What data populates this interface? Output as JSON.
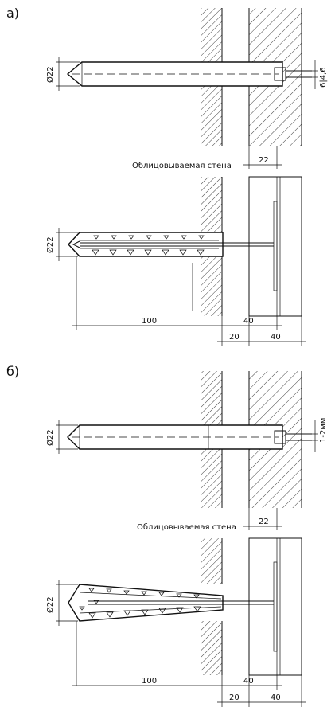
{
  "section_a": {
    "label": "а)",
    "top": {
      "diameter": "Ø22",
      "dim_right": "6|4,6",
      "wall_width": "22",
      "caption": "Облицовываемая стена"
    },
    "bottom": {
      "diameter": "Ø22",
      "dim_length": "100",
      "dim_40_top": "40",
      "dim_20": "20",
      "dim_40_bottom": "40"
    }
  },
  "section_b": {
    "label": "б)",
    "top": {
      "diameter": "Ø22",
      "dim_right": "1-2мм",
      "wall_width": "22",
      "caption": "Облицовываемая стена"
    },
    "bottom": {
      "diameter": "Ø22",
      "dim_length": "100",
      "dim_40_top": "40",
      "dim_20": "20",
      "dim_40_bottom": "40"
    }
  }
}
